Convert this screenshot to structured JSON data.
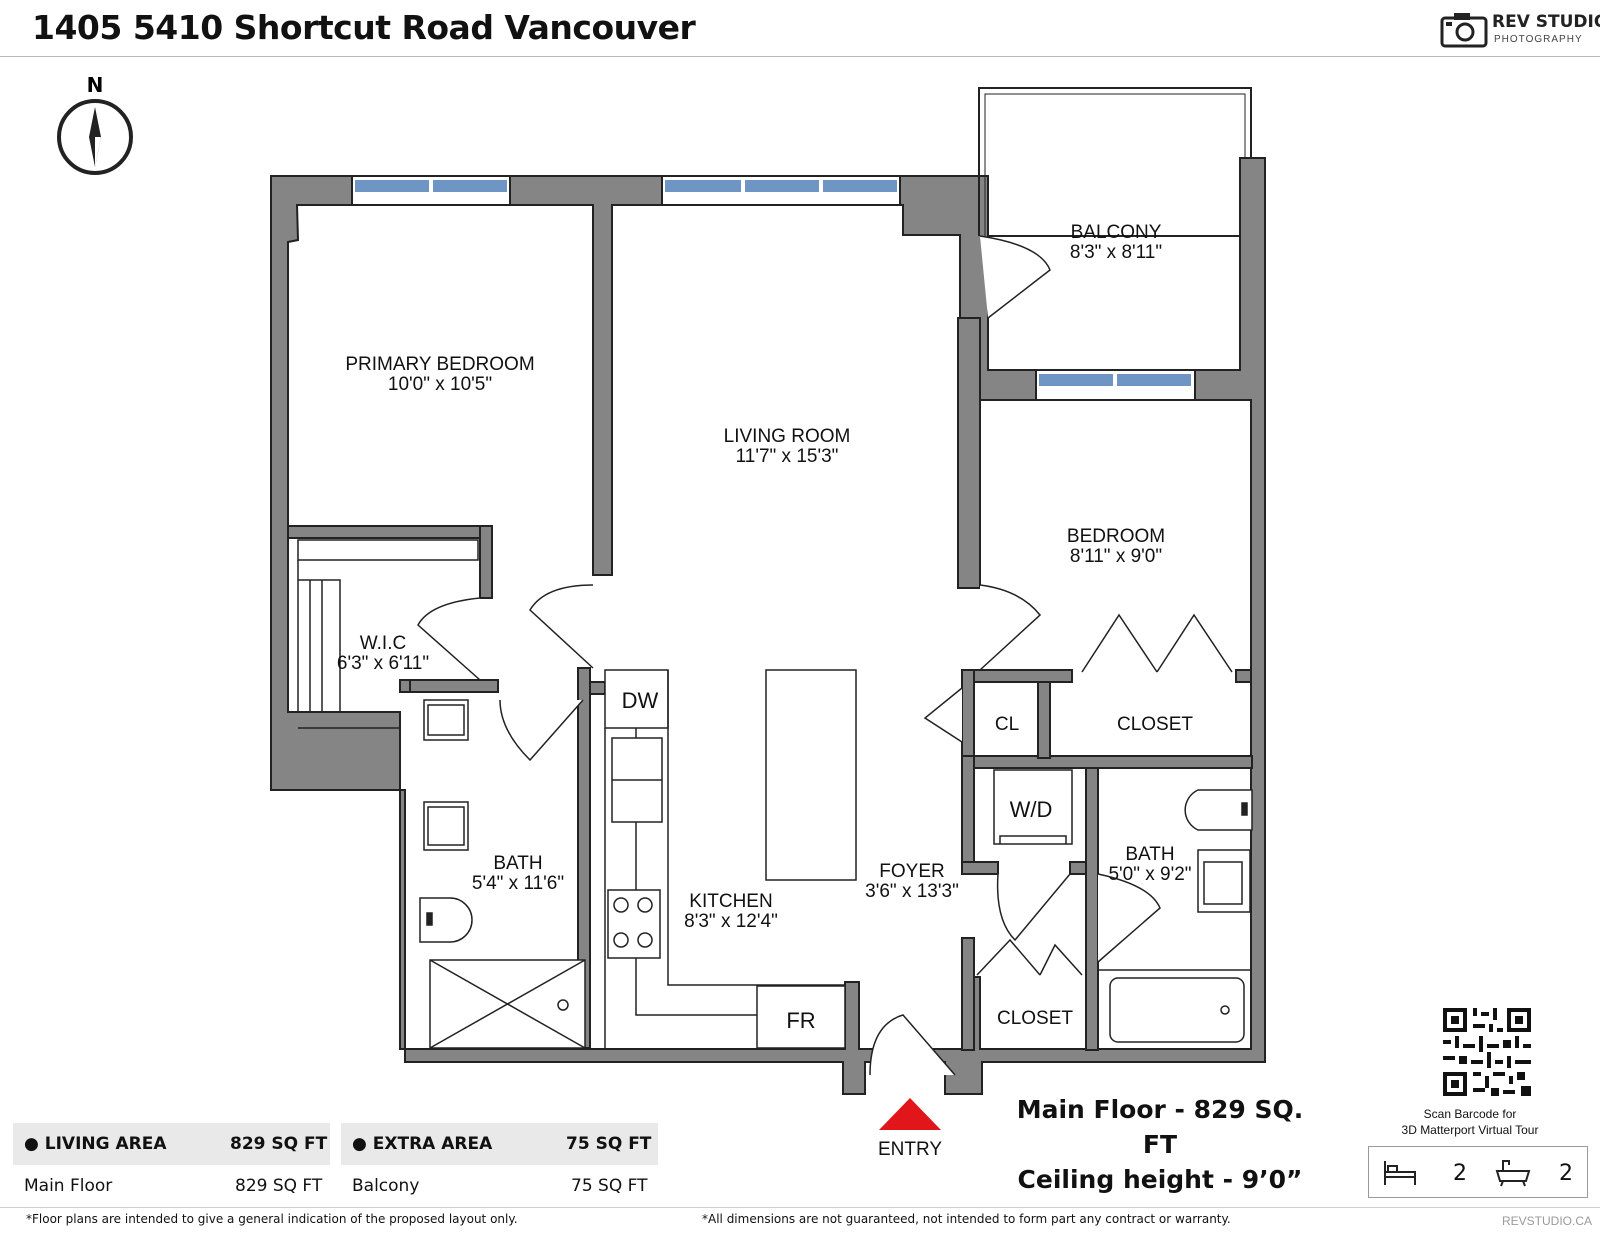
{
  "title": "1405 5410 Shortcut Road Vancouver",
  "brand": {
    "name": "REV STUDIO",
    "tagline": "PHOTOGRAPHY",
    "website": "REVSTUDIO.CA"
  },
  "compass": {
    "label": "N"
  },
  "rooms": [
    {
      "name": "PRIMARY BEDROOM",
      "size": "10'0\" x 10'5\""
    },
    {
      "name": "LIVING ROOM",
      "size": "11'7\" x 15'3\""
    },
    {
      "name": "BALCONY",
      "size": "8'3\" x 8'11\""
    },
    {
      "name": "BEDROOM",
      "size": "8'11\" x 9'0\""
    },
    {
      "name": "W.I.C",
      "size": "6'3\" x 6'11\""
    },
    {
      "name": "BATH",
      "size": "5'4\" x 11'6\""
    },
    {
      "name": "KITCHEN",
      "size": "8'3\" x 12'4\""
    },
    {
      "name": "FOYER",
      "size": "3'6\" x 13'3\""
    },
    {
      "name": "BATH",
      "size": "5'0\" x 9'2\""
    }
  ],
  "fixtures": {
    "dw": "DW",
    "fr": "FR",
    "wd": "W/D",
    "cl": "CL",
    "closet1": "CLOSET",
    "closet2": "CLOSET"
  },
  "entry": "ENTRY",
  "areas": {
    "living": {
      "label": "LIVING AREA",
      "total": "829 SQ FT",
      "rows": [
        {
          "name": "Main Floor",
          "value": "829 SQ FT"
        }
      ]
    },
    "extra": {
      "label": "EXTRA AREA",
      "total": "75 SQ FT",
      "rows": [
        {
          "name": "Balcony",
          "value": "75 SQ FT"
        }
      ]
    }
  },
  "floor_summary": {
    "line1": "Main Floor - 829 SQ. FT",
    "line2": "Ceiling height - 9’0”"
  },
  "qr_caption": {
    "line1": "Scan Barcode for",
    "line2": "3D Matterport Virtual Tour"
  },
  "counts": {
    "bedrooms": "2",
    "bathrooms": "2"
  },
  "disclaimers": {
    "left": "*Floor plans are intended to give a general indication of the proposed layout only.",
    "right": "*All dimensions are not guaranteed, not intended to form part any contract or warranty."
  },
  "colors": {
    "wall": "#858585",
    "wall_stroke": "#222222",
    "window": "#6f95c4",
    "entry_arrow": "#e0161b"
  }
}
